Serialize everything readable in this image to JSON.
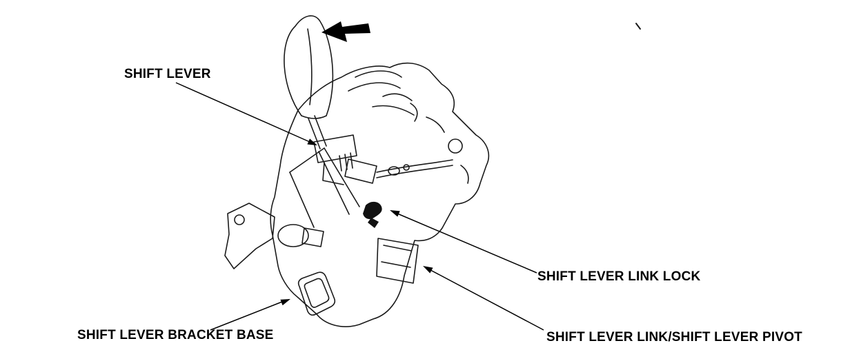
{
  "page": {
    "background_color": "#ffffff",
    "ink_color": "#000000",
    "line_art_color": "#1a1a1a"
  },
  "diagram": {
    "type": "line-art parts diagram",
    "subject": "shift lever assembly"
  },
  "labels": {
    "shift_lever": "SHIFT LEVER",
    "link_lock": "SHIFT LEVER LINK LOCK",
    "bracket_base": "SHIFT LEVER BRACKET BASE",
    "link_pivot": "SHIFT LEVER LINK/SHIFT LEVER PIVOT"
  },
  "icons": {
    "direction_arrow": "solid arrow pointing up-left (shift direction)",
    "leader_arrows": "thin callout arrows from each label to its part"
  }
}
